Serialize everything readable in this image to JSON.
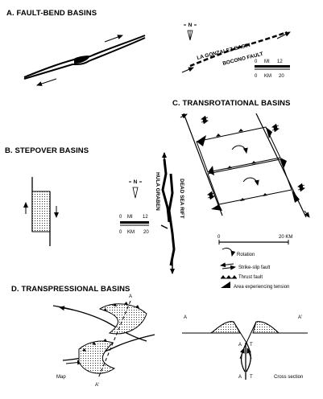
{
  "sections": {
    "a": "A. FAULT-BEND BASINS",
    "b": "B. STEPOVER BASINS",
    "c": "C. TRANSROTATIONAL BASINS",
    "d": "D. TRANSPRESSIONAL BASINS"
  },
  "north_label": "N",
  "fault_bend": {
    "basin_name": "LA GONZALEZ BASIN",
    "fault_name": "BOCONO FAULT",
    "scale": {
      "mi_unit": "MI",
      "mi_start": "0",
      "mi_end": "12",
      "km_unit": "KM",
      "km_start": "0",
      "km_end": "20"
    }
  },
  "stepover": {
    "graben_name": "HULA GRABEN",
    "rift_name": "DEAD SEA RIFT",
    "scale": {
      "mi_unit": "MI",
      "mi_start": "0",
      "mi_end": "12",
      "km_unit": "KM",
      "km_start": "0",
      "km_end": "20"
    }
  },
  "transrotational": {
    "scale_start": "0",
    "scale_end": "20 KM",
    "legend": [
      "Rotation",
      "Strike-slip fault",
      "Thrust fault",
      "Area experiencing tension"
    ]
  },
  "transpressional": {
    "map_label": "Map",
    "cross_section_label": "Cross section",
    "section_start": "A",
    "section_end": "A'",
    "fault_label_a": "A",
    "fault_label_t": "T"
  }
}
